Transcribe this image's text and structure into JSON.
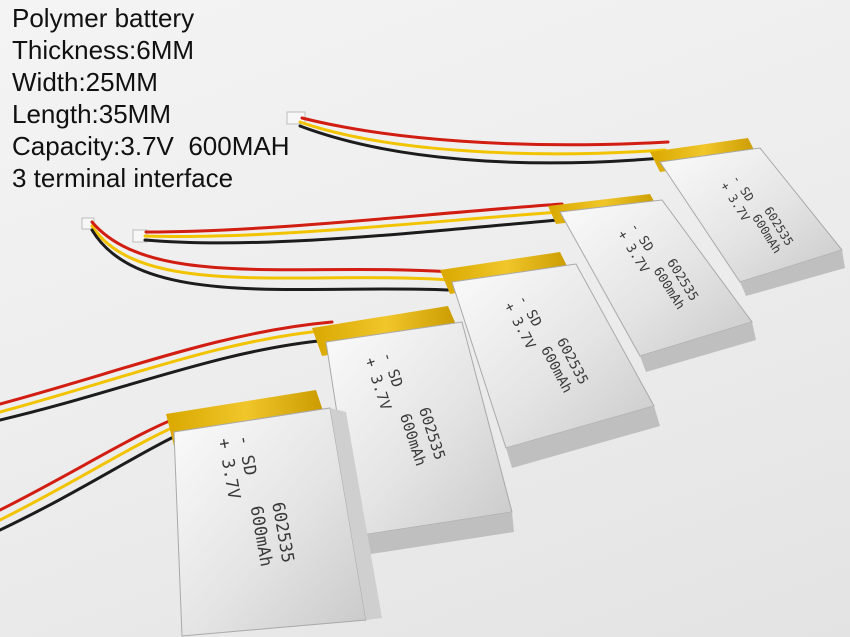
{
  "specs": {
    "title": "Polymer battery",
    "thickness": "Thickness:6MM",
    "width": "Width:25MM",
    "length": "Length:35MM",
    "capacity": "Capacity:3.7V  600MAH",
    "interface": "3 terminal interface"
  },
  "cell_print": {
    "brand": "- SD",
    "voltage": "+ 3.7V",
    "model": "602535",
    "capacity": "600mAh"
  },
  "colors": {
    "wire_red": "#d21d12",
    "wire_yellow": "#f2c400",
    "wire_black": "#1c1c1c",
    "tape_yellow": "#e8b800",
    "cell_silver": "#e6e6e6"
  }
}
